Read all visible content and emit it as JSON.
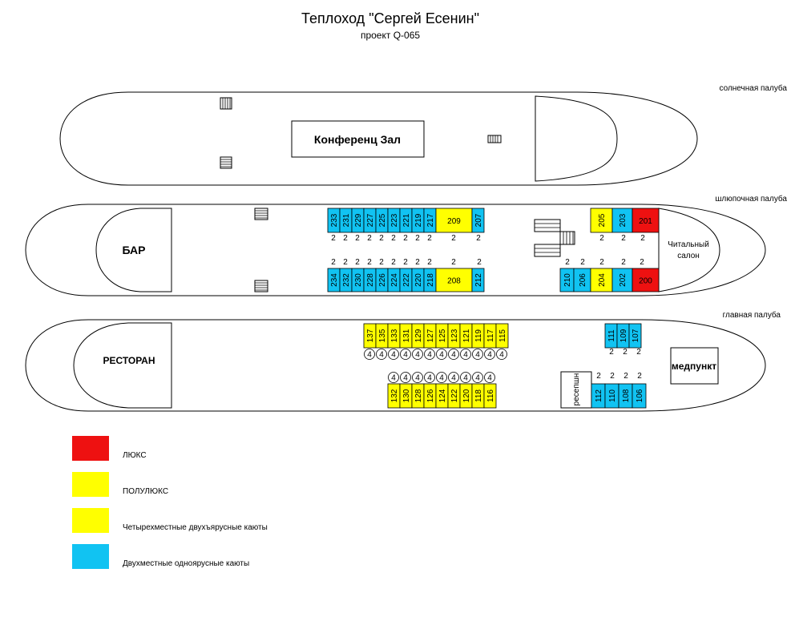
{
  "header": {
    "title": "Теплоход \"Сергей Есенин\"",
    "subtitle": "проект Q-065"
  },
  "colors": {
    "lux": "#ee1111",
    "semilux": "#ffff00",
    "four_berth": "#ffff00",
    "two_berth": "#11c3f2"
  },
  "decks": {
    "sun": {
      "name": "солнечная палуба",
      "rooms": {
        "conference": "Конференц Зал"
      }
    },
    "boat": {
      "name": "шлюпочная палуба",
      "rooms": {
        "bar": "БАР",
        "reading": "Читальный салон"
      },
      "cabins": [
        {
          "num": "233",
          "type": "two_berth",
          "places": "2"
        },
        {
          "num": "231",
          "type": "two_berth",
          "places": "2"
        },
        {
          "num": "229",
          "type": "two_berth",
          "places": "2"
        },
        {
          "num": "227",
          "type": "two_berth",
          "places": "2"
        },
        {
          "num": "225",
          "type": "two_berth",
          "places": "2"
        },
        {
          "num": "223",
          "type": "two_berth",
          "places": "2"
        },
        {
          "num": "221",
          "type": "two_berth",
          "places": "2"
        },
        {
          "num": "219",
          "type": "two_berth",
          "places": "2"
        },
        {
          "num": "217",
          "type": "two_berth",
          "places": "2"
        },
        {
          "num": "209",
          "type": "semilux",
          "places": "2"
        },
        {
          "num": "207",
          "type": "two_berth",
          "places": "2"
        },
        {
          "num": "234",
          "type": "two_berth",
          "places": "2"
        },
        {
          "num": "232",
          "type": "two_berth",
          "places": "2"
        },
        {
          "num": "230",
          "type": "two_berth",
          "places": "2"
        },
        {
          "num": "228",
          "type": "two_berth",
          "places": "2"
        },
        {
          "num": "226",
          "type": "two_berth",
          "places": "2"
        },
        {
          "num": "224",
          "type": "two_berth",
          "places": "2"
        },
        {
          "num": "222",
          "type": "two_berth",
          "places": "2"
        },
        {
          "num": "220",
          "type": "two_berth",
          "places": "2"
        },
        {
          "num": "218",
          "type": "two_berth",
          "places": "2"
        },
        {
          "num": "208",
          "type": "semilux",
          "places": "2"
        },
        {
          "num": "212",
          "type": "two_berth",
          "places": "2"
        },
        {
          "num": "205",
          "type": "semilux",
          "places": "2"
        },
        {
          "num": "203",
          "type": "two_berth",
          "places": "2"
        },
        {
          "num": "201",
          "type": "lux",
          "places": "2"
        },
        {
          "num": "210",
          "type": "two_berth",
          "places": "2"
        },
        {
          "num": "206",
          "type": "two_berth",
          "places": "2"
        },
        {
          "num": "204",
          "type": "semilux",
          "places": "2"
        },
        {
          "num": "202",
          "type": "two_berth",
          "places": "2"
        },
        {
          "num": "200",
          "type": "lux",
          "places": "2"
        }
      ]
    },
    "main": {
      "name": "главная палуба",
      "rooms": {
        "restaurant": "РЕСТОРАН",
        "reception": "ресепшн",
        "medical": "медпункт"
      },
      "cabins": [
        {
          "num": "137",
          "type": "four_berth",
          "places": "4"
        },
        {
          "num": "135",
          "type": "four_berth",
          "places": "4"
        },
        {
          "num": "133",
          "type": "four_berth",
          "places": "4"
        },
        {
          "num": "131",
          "type": "four_berth",
          "places": "4"
        },
        {
          "num": "129",
          "type": "four_berth",
          "places": "4"
        },
        {
          "num": "127",
          "type": "four_berth",
          "places": "4"
        },
        {
          "num": "125",
          "type": "four_berth",
          "places": "4"
        },
        {
          "num": "123",
          "type": "four_berth",
          "places": "4"
        },
        {
          "num": "121",
          "type": "four_berth",
          "places": "4"
        },
        {
          "num": "119",
          "type": "four_berth",
          "places": "4"
        },
        {
          "num": "117",
          "type": "four_berth",
          "places": "4"
        },
        {
          "num": "115",
          "type": "four_berth",
          "places": "4"
        },
        {
          "num": "132",
          "type": "four_berth",
          "places": "4"
        },
        {
          "num": "130",
          "type": "four_berth",
          "places": "4"
        },
        {
          "num": "128",
          "type": "four_berth",
          "places": "4"
        },
        {
          "num": "126",
          "type": "four_berth",
          "places": "4"
        },
        {
          "num": "124",
          "type": "four_berth",
          "places": "4"
        },
        {
          "num": "122",
          "type": "four_berth",
          "places": "4"
        },
        {
          "num": "120",
          "type": "four_berth",
          "places": "4"
        },
        {
          "num": "118",
          "type": "four_berth",
          "places": "4"
        },
        {
          "num": "116",
          "type": "four_berth",
          "places": "4"
        },
        {
          "num": "111",
          "type": "two_berth",
          "places": "2"
        },
        {
          "num": "109",
          "type": "two_berth",
          "places": "2"
        },
        {
          "num": "107",
          "type": "two_berth",
          "places": "2"
        },
        {
          "num": "112",
          "type": "two_berth",
          "places": "2"
        },
        {
          "num": "110",
          "type": "two_berth",
          "places": "2"
        },
        {
          "num": "108",
          "type": "two_berth",
          "places": "2"
        },
        {
          "num": "106",
          "type": "two_berth",
          "places": "2"
        }
      ]
    }
  },
  "legend": [
    {
      "type": "lux",
      "label": "ЛЮКС"
    },
    {
      "type": "semilux",
      "label": "ПОЛУЛЮКС"
    },
    {
      "type": "four_berth",
      "label": "Четырехместные двухъярусные каюты"
    },
    {
      "type": "two_berth",
      "label": "Двухместные одноярусные каюты"
    }
  ]
}
